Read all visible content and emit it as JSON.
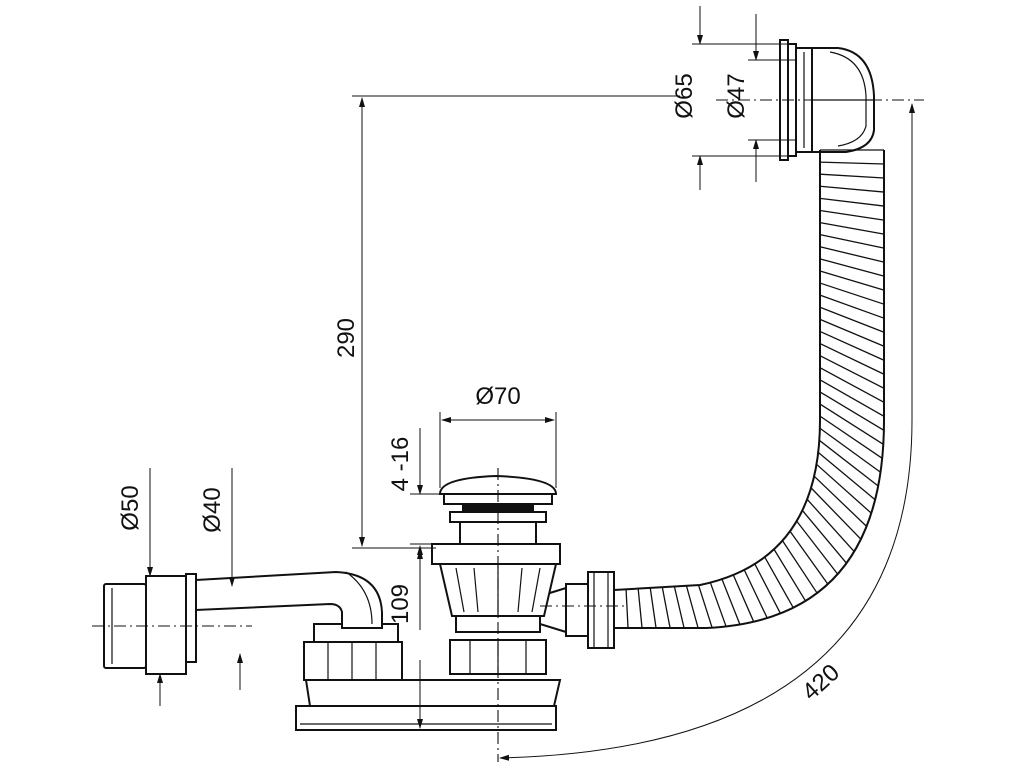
{
  "labels": {
    "d65": "Ø65",
    "d47": "Ø47",
    "h290": "290",
    "d70": "Ø70",
    "adj": "4 -16",
    "d50": "Ø50",
    "d40": "Ø40",
    "h109": "109",
    "l420": "420"
  },
  "colors": {
    "line": "#111111",
    "background": "#ffffff"
  }
}
